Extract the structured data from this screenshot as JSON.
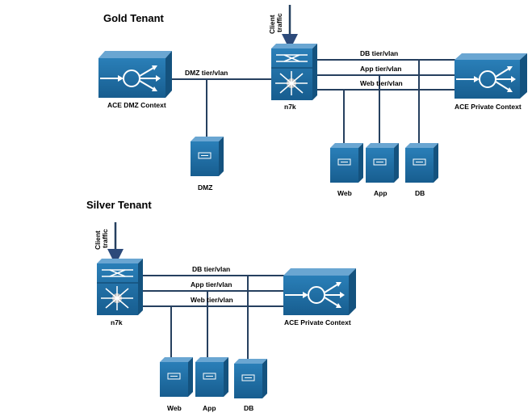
{
  "gold": {
    "title": "Gold Tenant",
    "client_traffic": [
      "Client",
      "traffic"
    ],
    "ace_dmz_label": "ACE DMZ Context",
    "dmz_vlan_label": "DMZ tier/vlan",
    "switch_label": "n7k",
    "db_vlan_label": "DB tier/vlan",
    "app_vlan_label": "App tier/vlan",
    "web_vlan_label": "Web tier/vlan",
    "ace_private_label": "ACE Private Context",
    "dmz_server_label": "DMZ",
    "web_server_label": "Web",
    "app_server_label": "App",
    "db_server_label": "DB"
  },
  "silver": {
    "title": "Silver Tenant",
    "client_traffic": [
      "Client",
      "traffic"
    ],
    "switch_label": "n7k",
    "db_vlan_label": "DB tier/vlan",
    "app_vlan_label": "App tier/vlan",
    "web_vlan_label": "Web tier/vlan",
    "ace_private_label": "ACE Private Context",
    "web_server_label": "Web",
    "app_server_label": "App",
    "db_server_label": "DB"
  },
  "colors": {
    "device_front": "#1f6fa6",
    "device_top": "#6aa6d2",
    "device_side": "#14527e",
    "link": "#26405f",
    "arrow": "#2c4a7a"
  }
}
